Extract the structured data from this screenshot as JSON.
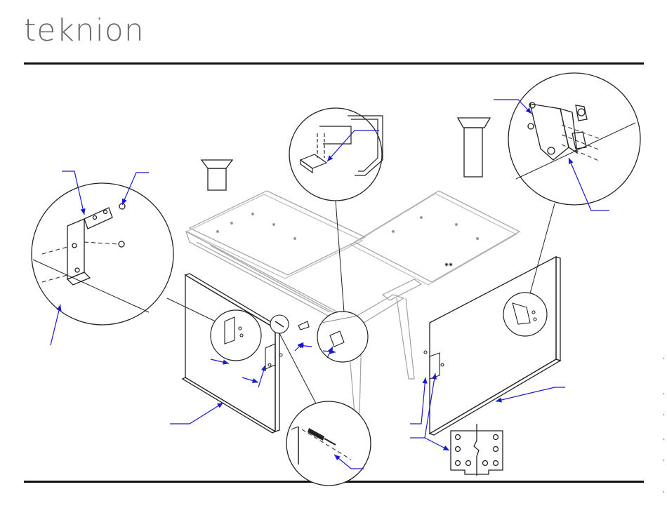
{
  "brand": {
    "logo_text": "teknion"
  },
  "colors": {
    "leader": "#1a1acc",
    "line": "#222222",
    "faint": "#9a9a9a",
    "rule": "#111111"
  },
  "figure": {
    "callouts": [
      "left-bracket-detail",
      "table-corner-bracket-detail",
      "right-bracket-detail",
      "screw-detail",
      "bracket-plate-detail"
    ],
    "icons": [
      "short-leg-icon",
      "tall-leg-icon"
    ]
  }
}
